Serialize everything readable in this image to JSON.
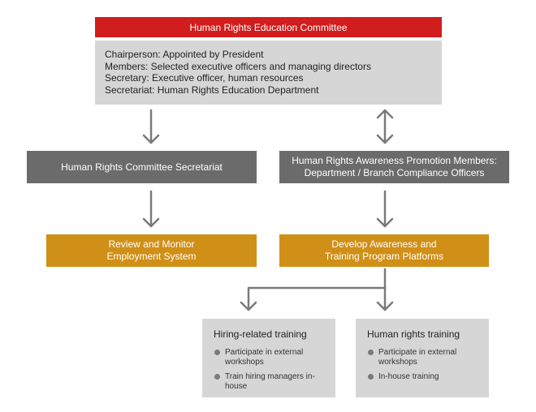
{
  "committee": {
    "title": "Human Rights Education Committee",
    "lines": [
      "Chairperson: Appointed by President",
      "Members: Selected executive officers and managing directors",
      "Secretary: Executive officer, human resources",
      "Secretariat: Human Rights Education Department"
    ]
  },
  "secretariat": {
    "label": "Human Rights Committee Secretariat"
  },
  "promotion": {
    "line1": "Human Rights Awareness Promotion Members:",
    "line2": "Department / Branch Compliance Officers"
  },
  "review": {
    "line1": "Review and Monitor",
    "line2": "Employment System"
  },
  "develop": {
    "line1": "Develop Awareness and",
    "line2": "Training Program Platforms"
  },
  "hiring_training": {
    "title": "Hiring-related training",
    "items": [
      "Participate in external workshops",
      "Train hiring managers in-house"
    ]
  },
  "hr_training": {
    "title": "Human rights training",
    "items": [
      "Participate in external workshops",
      "In-house training"
    ]
  },
  "colors": {
    "red": "#d11d1d",
    "gray_dark": "#6b6b6b",
    "gray_light": "#d6d6d6",
    "gold": "#d08f17",
    "arrow": "#7a7a7a"
  }
}
